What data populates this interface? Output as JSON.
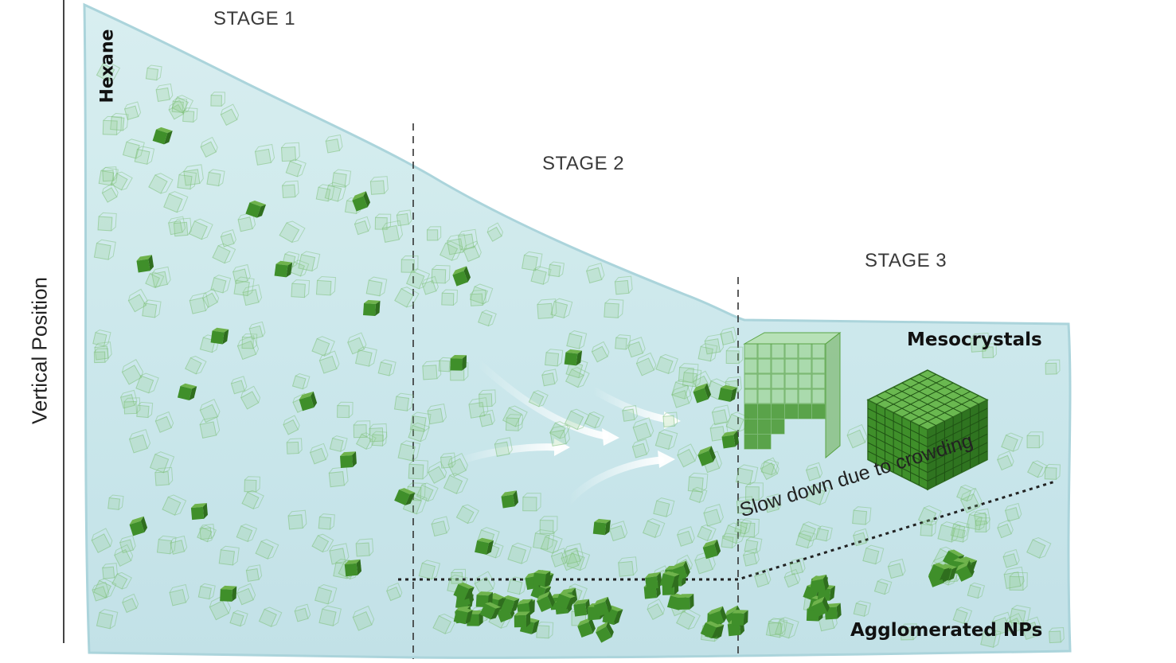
{
  "axis": {
    "y_label": "Vertical Position"
  },
  "solvent_label": "Hexane",
  "stages": [
    {
      "label": "STAGE 1"
    },
    {
      "label": "STAGE 2"
    },
    {
      "label": "STAGE 3"
    }
  ],
  "annotations": {
    "mesocrystals": "Mesocrystals",
    "agglomerated": "Agglomerated NPs",
    "crowding": "Slow down due to crowding"
  },
  "colors": {
    "liquid": "#c9e6ea",
    "liquid_edge": "#9fcbd4",
    "np_solid": "#3f8f2a",
    "np_ghost": "#7fc07a"
  }
}
